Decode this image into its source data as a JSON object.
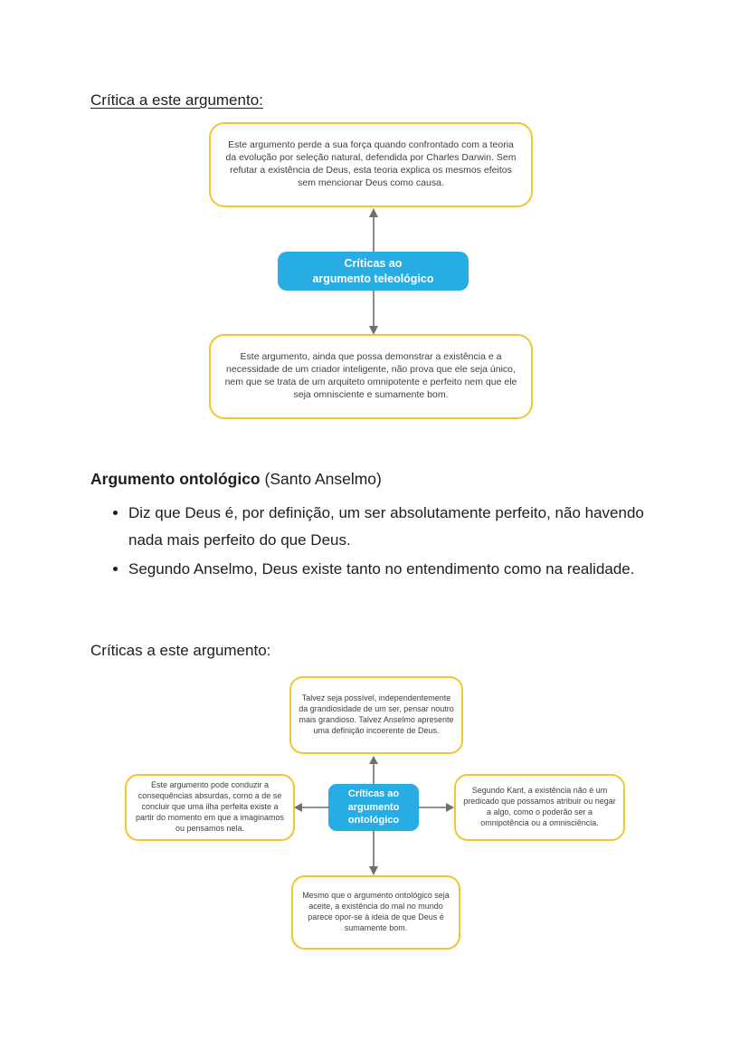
{
  "colors": {
    "yellow_border": "#F1C62F",
    "blue_fill": "#27ACE3",
    "arrow_gray": "#6E6E6E",
    "diagram_text": "#3F3F3F",
    "body_text": "#1E1E1E"
  },
  "sections": {
    "critique1_heading": "Crítica a este argumento:",
    "ontological_heading_bold": "Argumento ontológico",
    "ontological_heading_note": " (Santo Anselmo)",
    "bullets": [
      "Diz que Deus é, por definição, um ser absolutamente perfeito, não havendo nada mais perfeito do que Deus.",
      "Segundo Anselmo, Deus existe tanto no entendimento como na realidade."
    ],
    "critique2_heading": "Críticas a este argumento:"
  },
  "teleological_diagram": {
    "top_box": "Este argumento perde a sua força quando confrontado com a teoria da evolução por seleção natural, defendida por Charles Darwin. Sem refutar a existência de Deus, esta teoria explica os mesmos efeitos sem mencionar Deus como causa.",
    "center_box": "Críticas ao\nargumento teleológico",
    "bottom_box": "Este argumento, ainda que possa demonstrar a existência e a necessidade de um criador inteligente, não prova que ele seja único, nem que se trata de um arquiteto omnipotente e perfeito nem que ele seja omnisciente e sumamente bom."
  },
  "ontological_diagram": {
    "top_box": "Talvez seja possível, independentemente da grandiosidade de um ser, pensar noutro mais grandioso. Talvez Anselmo apresente uma definição incoerente de Deus.",
    "left_box": "Este argumento pode conduzir a consequências absurdas, como a de se concluir que uma ilha perfeita existe a partir do momento em que a imaginamos ou pensamos nela.",
    "center_box": "Críticas ao\nargumento\nontológico",
    "right_box": "Segundo Kant, a existência não é um predicado que possamos atribuir ou negar a algo, como o poderão ser a omnipotência ou a omnisciência.",
    "bottom_box": "Mesmo que o argumento ontológico seja aceite, a existência do mal no mundo parece opor-se à ideia de que Deus é sumamente bom."
  }
}
